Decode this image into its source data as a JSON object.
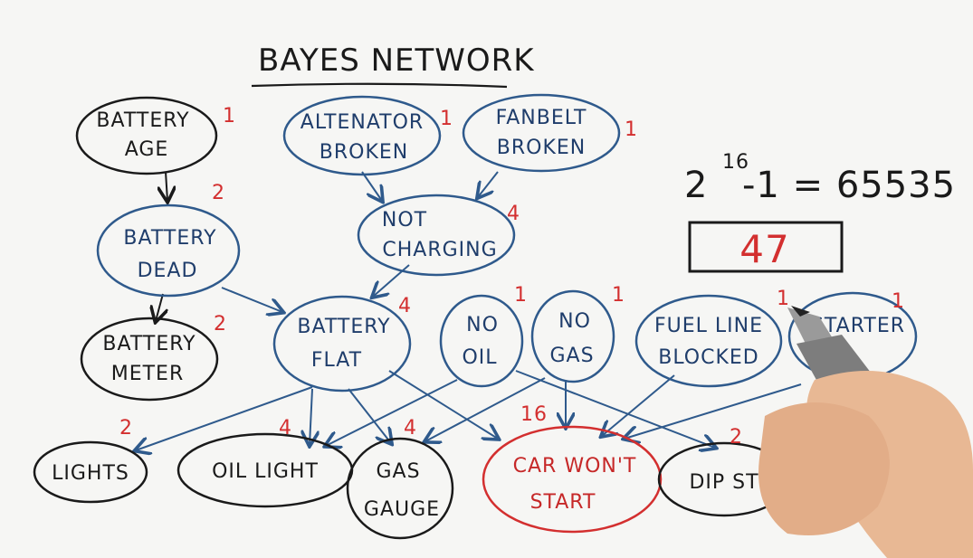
{
  "title": "BAYES NETWORK",
  "colors": {
    "black": "#1a1a1a",
    "blue": "#2f5a8c",
    "red": "#d32f2f"
  },
  "nodes": {
    "battery_age": {
      "line1": "BATTERY",
      "line2": "AGE",
      "count": "1"
    },
    "alternator_broken": {
      "line1": "ALTENATOR",
      "line2": "BROKEN",
      "count": "1"
    },
    "fanbelt_broken": {
      "line1": "FANBELT",
      "line2": "BROKEN",
      "count": "1"
    },
    "battery_dead": {
      "line1": "BATTERY",
      "line2": "DEAD",
      "count": "2"
    },
    "not_charging": {
      "line1": "NOT",
      "line2": "CHARGING",
      "count": "4"
    },
    "battery_meter": {
      "line1": "BATTERY",
      "line2": "METER",
      "count": "2"
    },
    "battery_flat": {
      "line1": "BATTERY",
      "line2": "FLAT",
      "count": "4"
    },
    "no_oil": {
      "line1": "NO",
      "line2": "OIL",
      "count": "1"
    },
    "no_gas": {
      "line1": "NO",
      "line2": "GAS",
      "count": "1"
    },
    "fuel_line_blocked": {
      "line1": "FUEL LINE",
      "line2": "BLOCKED",
      "count": "1"
    },
    "starter_broken": {
      "line1": "STARTER",
      "line2": "",
      "count": "1"
    },
    "lights": {
      "line1": "LIGHTS",
      "count": "2"
    },
    "oil_light": {
      "line1": "OIL LIGHT",
      "count": "4"
    },
    "gas_gauge": {
      "line1": "GAS",
      "line2": "GAUGE",
      "count": "4"
    },
    "car_wont_start": {
      "line1": "CAR WON'T",
      "line2": "START",
      "count": "16"
    },
    "dip_stick": {
      "line1": "DIP ST",
      "count": "2"
    }
  },
  "formula": {
    "base": "2",
    "exponent": "16",
    "rest": "-1 = 65535"
  },
  "answer": "47"
}
